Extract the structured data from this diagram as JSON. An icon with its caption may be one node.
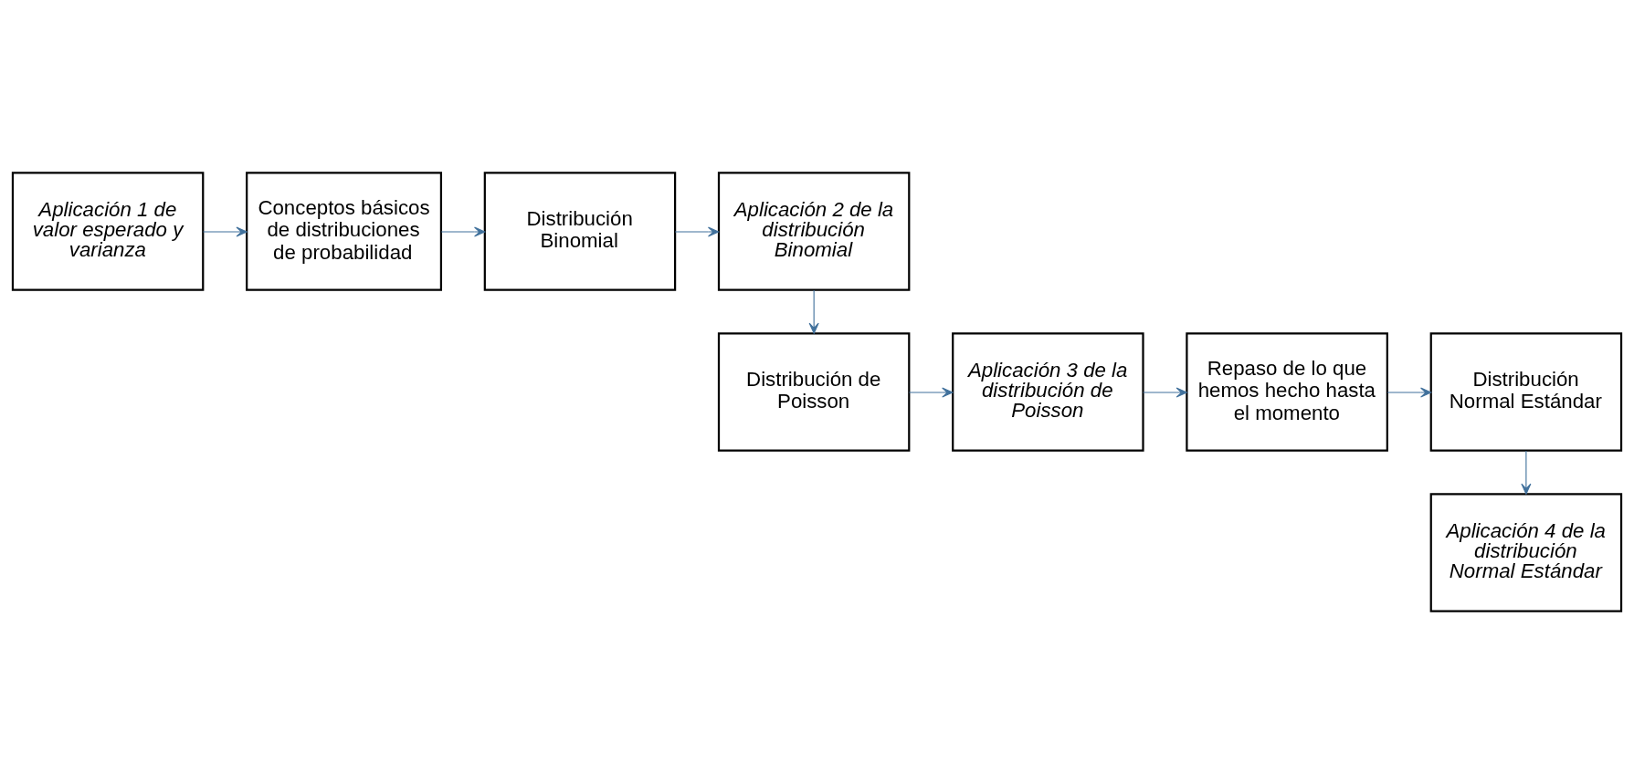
{
  "diagram": {
    "nodes": [
      {
        "text": [
          "Aplicación 1 de valor esperado y varianza"
        ]
      },
      {
        "text": [
          "Conceptos básicos de distribuciones de probabilidad"
        ]
      },
      {
        "text": [
          "Distribución Binomial"
        ]
      },
      {
        "text": [
          "Aplicación 2 de la distribución Binomial"
        ]
      },
      {
        "text": [
          "Distribución de Poisson"
        ]
      },
      {
        "text": [
          "Aplicación 3 de la distribución de Poisson"
        ]
      },
      {
        "text": [
          "Repaso de lo que hemos hecho hasta el momento"
        ]
      },
      {
        "text": [
          "Distribución Normal Estándar"
        ]
      },
      {
        "text": [
          "Aplicación 4 de la distribución Normal Estándar"
        ]
      }
    ],
    "edges": [
      {
        "from": 0,
        "to": 1,
        "arrow": "to"
      },
      {
        "from": 1,
        "to": 2,
        "arrow": "to"
      },
      {
        "from": 2,
        "to": 3,
        "arrow": "to"
      },
      {
        "from": 3,
        "to": 4,
        "arrow": "to"
      },
      {
        "from": 4,
        "to": 5,
        "arrow": "to"
      },
      {
        "from": 5,
        "to": 6,
        "arrow": "to"
      },
      {
        "from": 6,
        "to": 7,
        "arrow": "to"
      },
      {
        "from": 7,
        "to": 8,
        "arrow": "to"
      }
    ]
  }
}
